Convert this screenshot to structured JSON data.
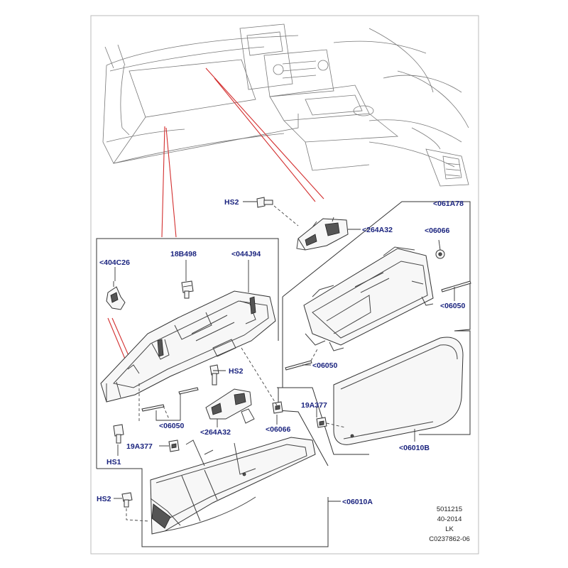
{
  "labels": {
    "hs2_top": "HS2",
    "p264a32_top": "<264A32",
    "p061a78": "<061A78",
    "p06066_right": "<06066",
    "p06050_right": "<06050",
    "p06050_mid": "<06050",
    "p404c26": "<404C26",
    "p18b498": "18B498",
    "p044j94": "<044J94",
    "hs2_mid": "HS2",
    "p06050_left": "<06050",
    "p264a32_bottom": "<264A32",
    "p06066_bottom": "<06066",
    "p19a377_right": "19A377",
    "p06010b": "<06010B",
    "p19a377_left": "19A377",
    "hs1": "HS1",
    "hs2_bottom": "HS2",
    "p06010a": "<06010A"
  },
  "meta": {
    "line1": "5011215",
    "line2": "40-2014",
    "line3": "LK",
    "line4": "C0237862-06"
  },
  "colors": {
    "label": "#1a237e",
    "indicator": "#d32f2f",
    "outline": "#333333"
  }
}
